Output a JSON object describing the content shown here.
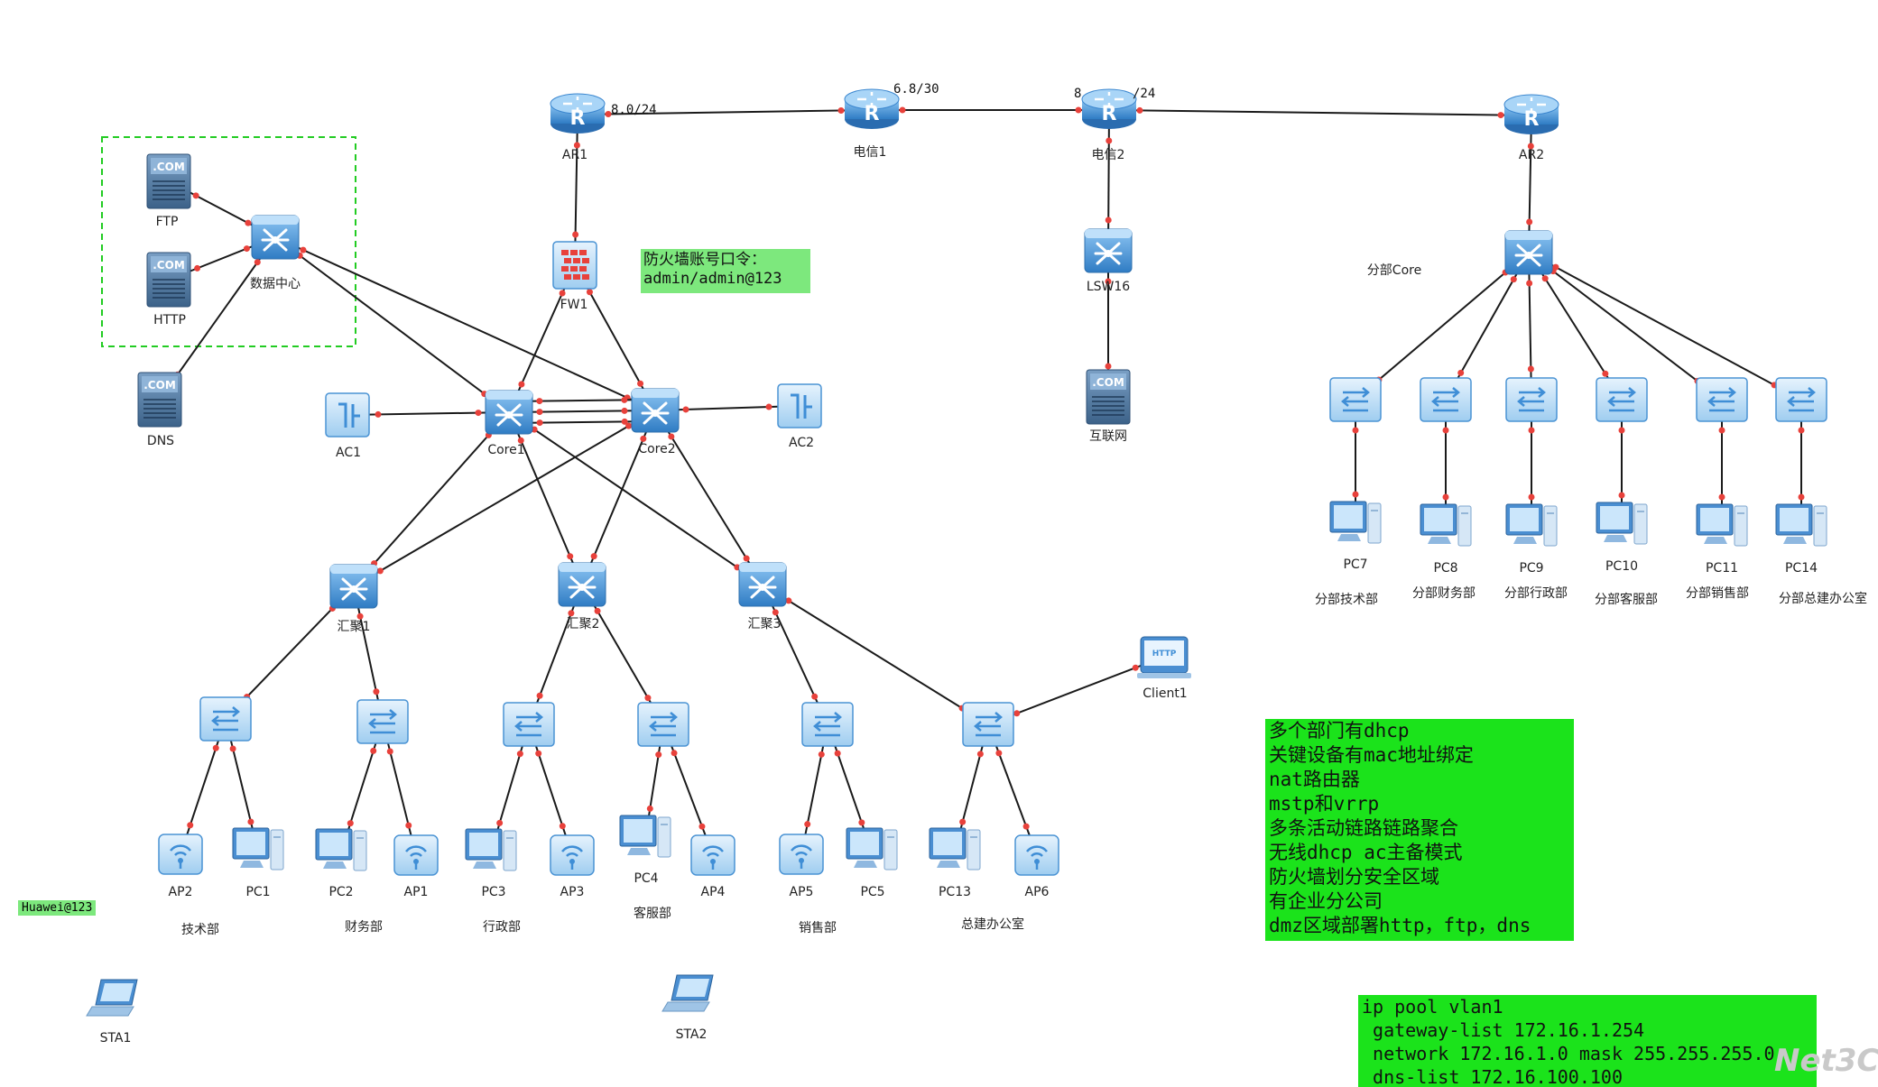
{
  "colors": {
    "link": "#1a1a1a",
    "port": "#e8413b",
    "device": "#3f8ed6",
    "device_light": "#cfe6fb",
    "dmz_border": "#22cc22",
    "note_green": "#7de87d",
    "note_bright": "#1be31b"
  },
  "devices": [
    {
      "id": "AR1",
      "type": "router",
      "label": "AR1"
    },
    {
      "id": "T1",
      "type": "router",
      "label": "电信1"
    },
    {
      "id": "T2",
      "type": "router",
      "label": "电信2"
    },
    {
      "id": "AR2",
      "type": "router",
      "label": "AR2"
    },
    {
      "id": "FTP",
      "type": "server",
      "label": "FTP"
    },
    {
      "id": "HTTP",
      "type": "server",
      "label": "HTTP"
    },
    {
      "id": "DNS",
      "type": "server",
      "label": "DNS"
    },
    {
      "id": "DC",
      "type": "l3switch",
      "label": "数据中心"
    },
    {
      "id": "FW1",
      "type": "firewall",
      "label": "FW1"
    },
    {
      "id": "AC1",
      "type": "ac",
      "label": "AC1"
    },
    {
      "id": "AC2",
      "type": "ac",
      "label": "AC2"
    },
    {
      "id": "Core1",
      "type": "l3switch",
      "label": "Core1"
    },
    {
      "id": "Core2",
      "type": "l3switch",
      "label": "Core2"
    },
    {
      "id": "LSW16",
      "type": "l3switch",
      "label": "LSW16"
    },
    {
      "id": "INET",
      "type": "server",
      "label": "互联网"
    },
    {
      "id": "BCore",
      "type": "l3switch",
      "label": "分部Core"
    },
    {
      "id": "HJ1",
      "type": "l3switch",
      "label": "汇聚1"
    },
    {
      "id": "HJ2",
      "type": "l3switch",
      "label": "汇聚2"
    },
    {
      "id": "HJ3",
      "type": "l3switch",
      "label": "汇聚3"
    },
    {
      "id": "S1",
      "type": "switch",
      "label": ""
    },
    {
      "id": "S2",
      "type": "switch",
      "label": ""
    },
    {
      "id": "S3",
      "type": "switch",
      "label": ""
    },
    {
      "id": "S4",
      "type": "switch",
      "label": ""
    },
    {
      "id": "S5",
      "type": "switch",
      "label": ""
    },
    {
      "id": "S6",
      "type": "switch",
      "label": ""
    },
    {
      "id": "Client1",
      "type": "client",
      "label": "Client1"
    },
    {
      "id": "AP2",
      "type": "ap",
      "label": "AP2"
    },
    {
      "id": "PC1",
      "type": "pc",
      "label": "PC1"
    },
    {
      "id": "PC2",
      "type": "pc",
      "label": "PC2"
    },
    {
      "id": "AP1",
      "type": "ap",
      "label": "AP1"
    },
    {
      "id": "PC3",
      "type": "pc",
      "label": "PC3"
    },
    {
      "id": "AP3",
      "type": "ap",
      "label": "AP3"
    },
    {
      "id": "PC4",
      "type": "pc",
      "label": "PC4"
    },
    {
      "id": "AP4",
      "type": "ap",
      "label": "AP4"
    },
    {
      "id": "AP5",
      "type": "ap",
      "label": "AP5"
    },
    {
      "id": "PC5",
      "type": "pc",
      "label": "PC5"
    },
    {
      "id": "PC13",
      "type": "pc",
      "label": "PC13"
    },
    {
      "id": "AP6",
      "type": "ap",
      "label": "AP6"
    },
    {
      "id": "BS1",
      "type": "switch",
      "label": ""
    },
    {
      "id": "BS2",
      "type": "switch",
      "label": ""
    },
    {
      "id": "BS3",
      "type": "switch",
      "label": ""
    },
    {
      "id": "BS4",
      "type": "switch",
      "label": ""
    },
    {
      "id": "BS5",
      "type": "switch",
      "label": ""
    },
    {
      "id": "BS6",
      "type": "switch",
      "label": ""
    },
    {
      "id": "PC7",
      "type": "pc",
      "label": "PC7"
    },
    {
      "id": "PC8",
      "type": "pc",
      "label": "PC8"
    },
    {
      "id": "PC9",
      "type": "pc",
      "label": "PC9"
    },
    {
      "id": "PC10",
      "type": "pc",
      "label": "PC10"
    },
    {
      "id": "PC11",
      "type": "pc",
      "label": "PC11"
    },
    {
      "id": "PC14",
      "type": "pc",
      "label": "PC14"
    },
    {
      "id": "STA1",
      "type": "laptop",
      "label": "STA1"
    },
    {
      "id": "STA2",
      "type": "laptop",
      "label": "STA2"
    }
  ],
  "links": [
    [
      "AR1",
      "T1"
    ],
    [
      "T1",
      "T2"
    ],
    [
      "T2",
      "AR2"
    ],
    [
      "AR1",
      "FW1"
    ],
    [
      "T2",
      "LSW16"
    ],
    [
      "LSW16",
      "INET"
    ],
    [
      "FTP",
      "DC"
    ],
    [
      "HTTP",
      "DC"
    ],
    [
      "DNS",
      "DC"
    ],
    [
      "DC",
      "Core1"
    ],
    [
      "DC",
      "Core2"
    ],
    [
      "FW1",
      "Core1"
    ],
    [
      "FW1",
      "Core2"
    ],
    [
      "AC1",
      "Core1"
    ],
    [
      "Core2",
      "AC2"
    ],
    [
      "Core1",
      "Core2"
    ],
    [
      "Core1",
      "Core2"
    ],
    [
      "Core1",
      "Core2"
    ],
    [
      "Core1",
      "HJ1"
    ],
    [
      "Core1",
      "HJ2"
    ],
    [
      "Core1",
      "HJ3"
    ],
    [
      "Core2",
      "HJ1"
    ],
    [
      "Core2",
      "HJ2"
    ],
    [
      "Core2",
      "HJ3"
    ],
    [
      "HJ1",
      "S1"
    ],
    [
      "HJ1",
      "S2"
    ],
    [
      "HJ2",
      "S3"
    ],
    [
      "HJ2",
      "S4"
    ],
    [
      "HJ3",
      "S5"
    ],
    [
      "HJ3",
      "S6"
    ],
    [
      "S6",
      "Client1"
    ],
    [
      "S1",
      "AP2"
    ],
    [
      "S1",
      "PC1"
    ],
    [
      "S2",
      "PC2"
    ],
    [
      "S2",
      "AP1"
    ],
    [
      "S3",
      "PC3"
    ],
    [
      "S3",
      "AP3"
    ],
    [
      "S4",
      "PC4"
    ],
    [
      "S4",
      "AP4"
    ],
    [
      "S5",
      "AP5"
    ],
    [
      "S5",
      "PC5"
    ],
    [
      "S6",
      "PC13"
    ],
    [
      "S6",
      "AP6"
    ],
    [
      "AR2",
      "BCore"
    ],
    [
      "BCore",
      "BS1"
    ],
    [
      "BCore",
      "BS2"
    ],
    [
      "BCore",
      "BS3"
    ],
    [
      "BCore",
      "BS4"
    ],
    [
      "BCore",
      "BS5"
    ],
    [
      "BCore",
      "BS6"
    ],
    [
      "BS1",
      "PC7"
    ],
    [
      "BS2",
      "PC8"
    ],
    [
      "BS3",
      "PC9"
    ],
    [
      "BS4",
      "PC10"
    ],
    [
      "BS5",
      "PC11"
    ],
    [
      "BS6",
      "PC14"
    ]
  ],
  "link_labels": [
    {
      "id": "ip-ar1-t1",
      "text": "8.0/24"
    },
    {
      "id": "ip-t1-t2",
      "text": "6.8/30"
    },
    {
      "id": "ip-t2-pre",
      "text": "8"
    },
    {
      "id": "ip-t2-ar2",
      "text": "/24"
    }
  ],
  "dept_labels": [
    {
      "id": "dept-tech",
      "text": "技术部"
    },
    {
      "id": "dept-finance",
      "text": "财务部"
    },
    {
      "id": "dept-admin",
      "text": "行政部"
    },
    {
      "id": "dept-service",
      "text": "客服部"
    },
    {
      "id": "dept-sales",
      "text": "销售部"
    },
    {
      "id": "dept-build",
      "text": "总建办公室"
    },
    {
      "id": "bdept-tech",
      "text": "分部技术部"
    },
    {
      "id": "bdept-finance",
      "text": "分部财务部"
    },
    {
      "id": "bdept-admin",
      "text": "分部行政部"
    },
    {
      "id": "bdept-service",
      "text": "分部客服部"
    },
    {
      "id": "bdept-sales",
      "text": "分部销售部"
    },
    {
      "id": "bdept-build",
      "text": "分部总建办公室"
    }
  ],
  "notes": {
    "firewall_account": [
      "防火墙账号口令：",
      "admin/admin@123"
    ],
    "wifi_password": "Huawei@123",
    "features": [
      "多个部门有dhcp",
      "关键设备有mac地址绑定",
      "nat路由器",
      "mstp和vrrp",
      "多条活动链路链路聚合",
      "无线dhcp ac主备模式",
      "防火墙划分安全区域",
      "有企业分公司",
      "dmz区域部署http，ftp，dns"
    ],
    "ip_pool": [
      "ip pool vlan1",
      " gateway-list 172.16.1.254",
      " network 172.16.1.0 mask 255.255.255.0",
      " dns-list 172.16.100.100"
    ]
  },
  "watermark": "Net3C"
}
